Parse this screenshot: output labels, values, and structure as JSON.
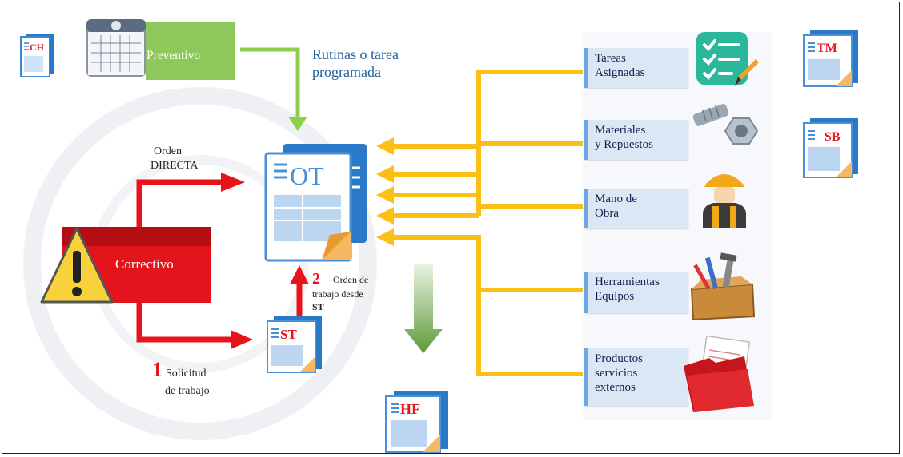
{
  "docs": {
    "ch": "CH",
    "tm": "TM",
    "sb": "SB",
    "ot": "OT",
    "st": "ST",
    "hf": "HF"
  },
  "preventivo": "Preventivo",
  "rutinas": {
    "line1": "Rutinas o tarea",
    "line2": "programada"
  },
  "orden_directa": {
    "line1": "Orden",
    "line2": "DIRECTA"
  },
  "correctivo": "Correctivo",
  "step1": {
    "num": "1",
    "line1": "Solicitud",
    "line2": "de trabajo"
  },
  "step2": {
    "num": "2",
    "line1": "Orden de",
    "line2": "trabajo desde",
    "line3": "ST"
  },
  "resources": [
    {
      "line1": "Tareas",
      "line2": "Asignadas",
      "icon": "checklist-icon"
    },
    {
      "line1": "Materiales",
      "line2": "y Repuestos",
      "icon": "bolt-nut-icon"
    },
    {
      "line1": "Mano de",
      "line2": "Obra",
      "icon": "worker-icon"
    },
    {
      "line1": "Herramientas",
      "line2": "Equipos",
      "icon": "toolbox-icon"
    },
    {
      "line1": "Productos",
      "line2": "servicios",
      "line3": "externos",
      "icon": "folder-icon"
    }
  ],
  "colors": {
    "accent_red": "#e8141c",
    "arrow_yellow": "#fbbf16",
    "arrow_green": "#8ccf4d",
    "doc_blue": "#4a90d9",
    "label_blue": "#1f5fa0"
  }
}
